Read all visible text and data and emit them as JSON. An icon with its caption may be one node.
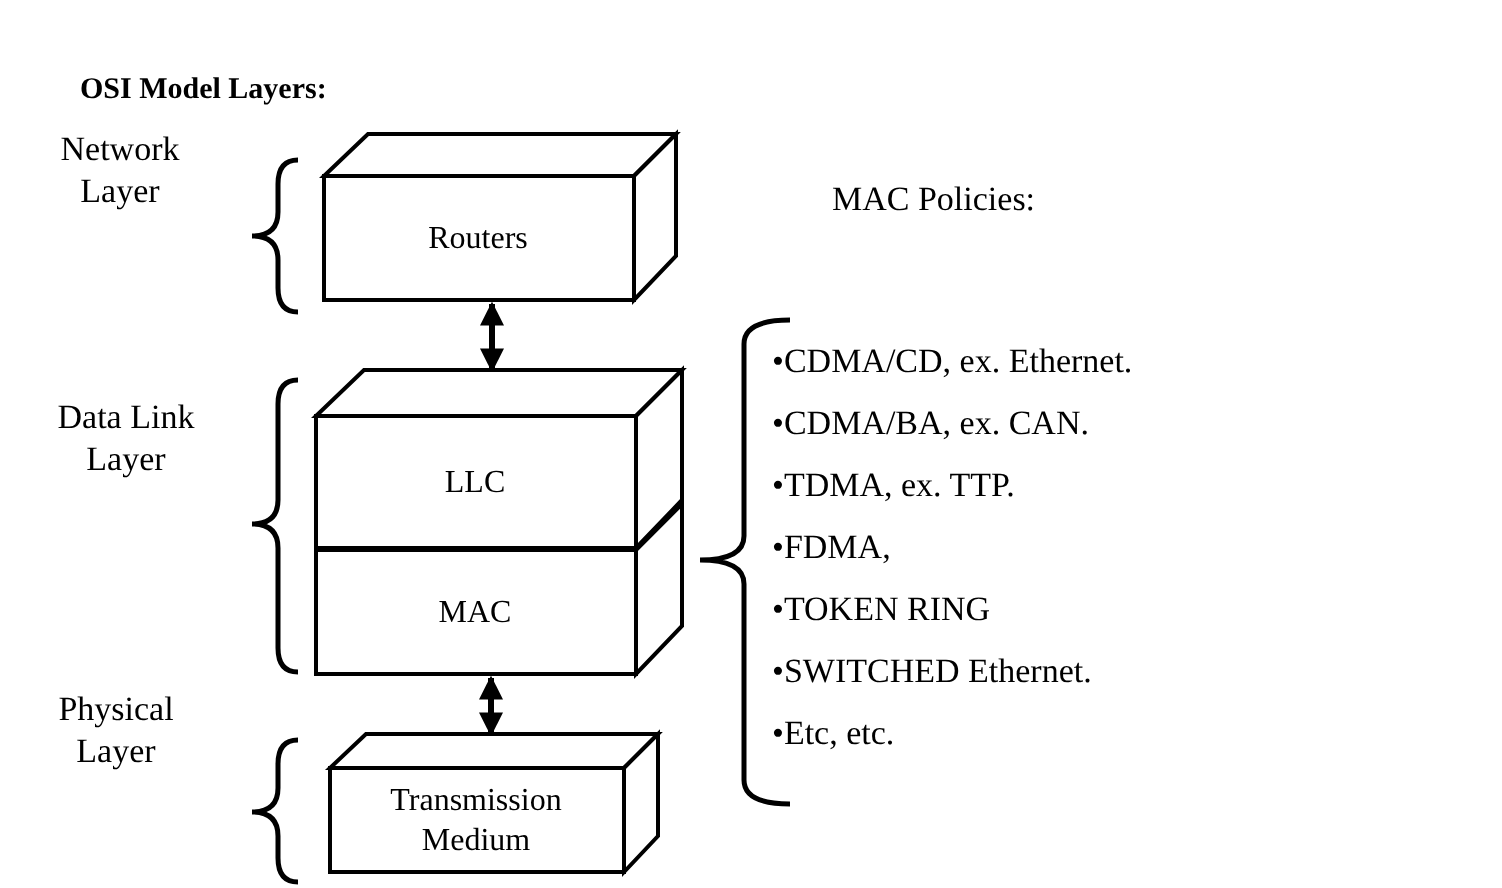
{
  "diagram": {
    "title": "OSI Model Layers:",
    "nodes": [
      {
        "text": [
          "Routers"
        ]
      },
      {
        "text": [
          "LLC"
        ]
      },
      {
        "text": [
          "MAC"
        ]
      },
      {
        "text": [
          "Transmission Medium"
        ]
      }
    ],
    "edges": [
      {
        "from": 0,
        "to": 1,
        "arrow": "both"
      },
      {
        "from": 2,
        "to": 3,
        "arrow": "both"
      }
    ],
    "labels": [
      "Network Layer",
      "MAC Policies:",
      "Data Link Layer",
      "•CDMA/CD, ex. Ethernet.",
      "•CDMA/BA, ex. CAN.",
      "•TDMA, ex. TTP.",
      "•FDMA,",
      "•TOKEN RING",
      "•SWITCHED Ethernet.",
      "•Etc, etc.",
      "Physical Layer"
    ]
  }
}
